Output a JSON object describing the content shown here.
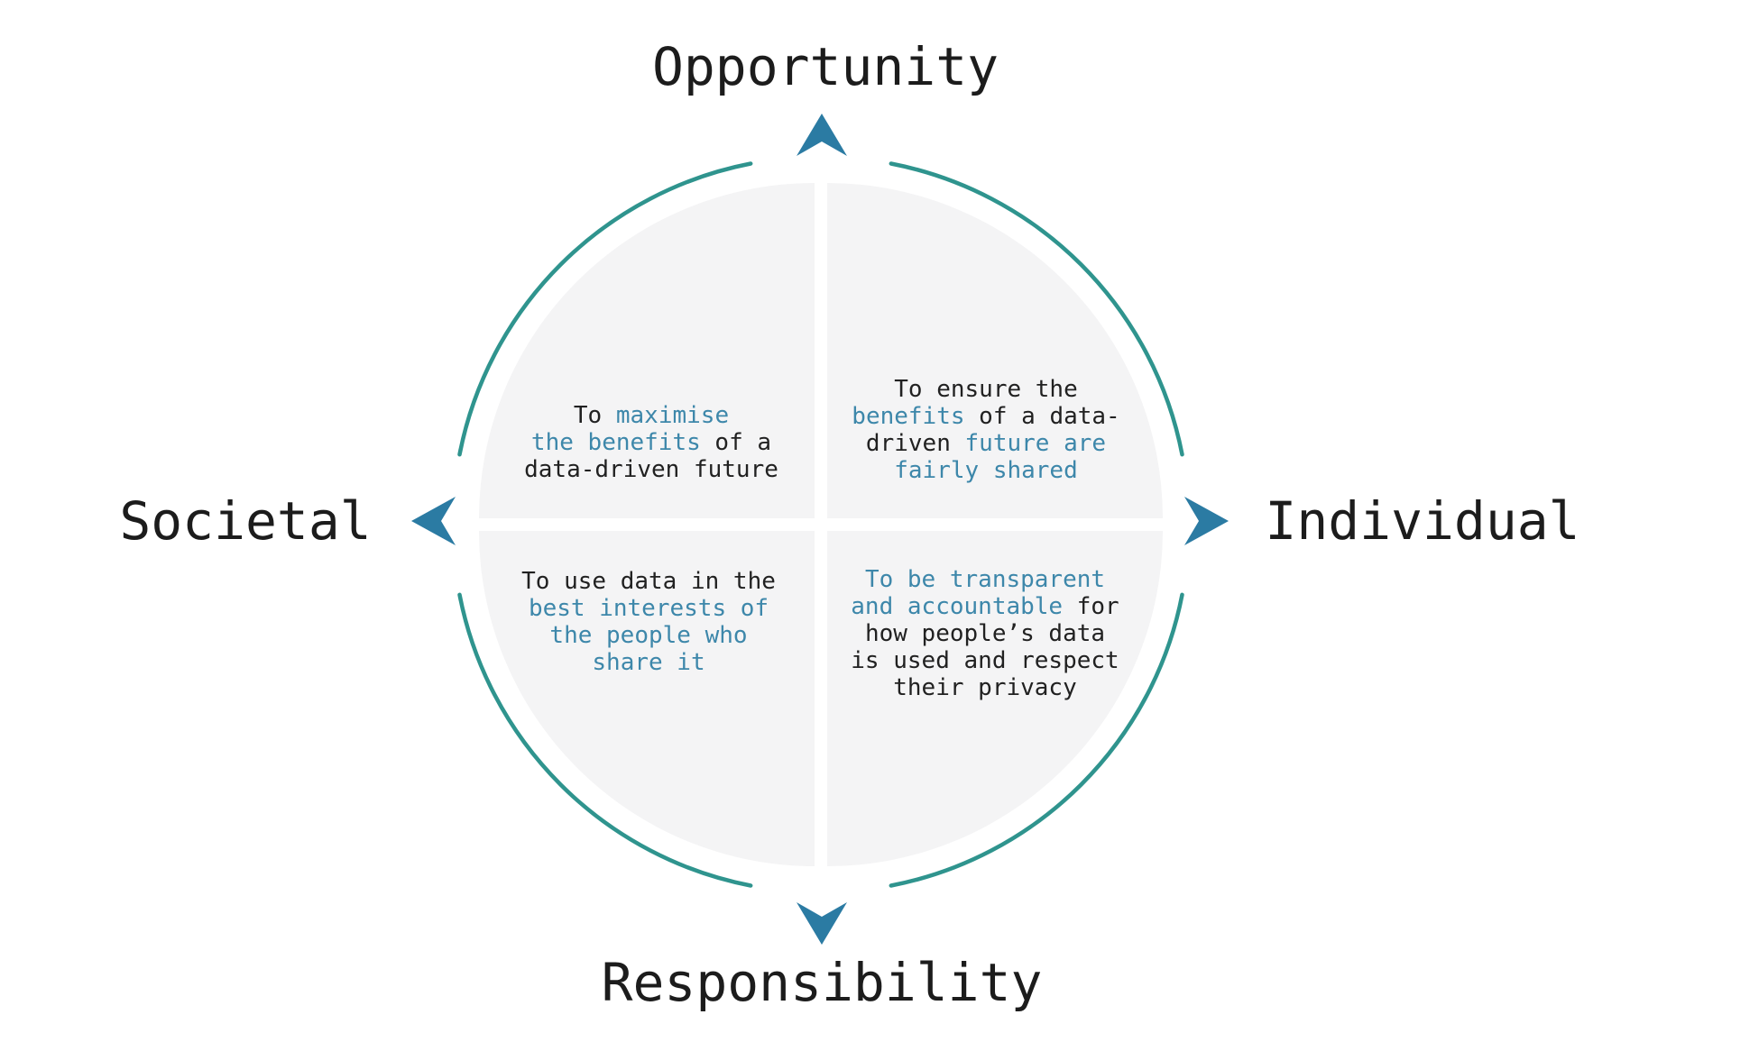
{
  "colors": {
    "background": "#ffffff",
    "quadrant-fill": "#f4f4f5",
    "arc": "#2f948e",
    "arrow": "#2b7ba3",
    "title-text": "#1c1c1c",
    "body-text": "#212121",
    "teal-text": "#3d87aa"
  },
  "titles": {
    "top": "Opportunity",
    "bottom": "Responsibility",
    "left": "Societal",
    "right": "Individual"
  },
  "icons": {
    "top": "arrow-up-icon",
    "bottom": "arrow-down-icon",
    "left": "arrow-left-icon",
    "right": "arrow-right-icon"
  },
  "quadrants": [
    {
      "name": "top-left",
      "lines": [
        {
          "segments": [
            {
              "text": "To ",
              "color": "black"
            },
            {
              "text": "maximise",
              "color": "teal"
            }
          ]
        },
        {
          "segments": [
            {
              "text": "the benefits",
              "color": "teal"
            },
            {
              "text": " of a",
              "color": "black"
            }
          ]
        },
        {
          "segments": [
            {
              "text": "data-driven future",
              "color": "black"
            }
          ]
        }
      ]
    },
    {
      "name": "top-right",
      "lines": [
        {
          "segments": [
            {
              "text": "To ensure the",
              "color": "black"
            }
          ]
        },
        {
          "segments": [
            {
              "text": "benefits",
              "color": "teal"
            },
            {
              "text": " of a data-",
              "color": "black"
            }
          ]
        },
        {
          "segments": [
            {
              "text": "driven ",
              "color": "black"
            },
            {
              "text": "future are",
              "color": "teal"
            }
          ]
        },
        {
          "segments": [
            {
              "text": "fairly shared",
              "color": "teal"
            }
          ]
        }
      ]
    },
    {
      "name": "bottom-left",
      "lines": [
        {
          "segments": [
            {
              "text": "To use data in the",
              "color": "black"
            }
          ]
        },
        {
          "segments": [
            {
              "text": "best interests of",
              "color": "teal"
            }
          ]
        },
        {
          "segments": [
            {
              "text": "the people who",
              "color": "teal"
            }
          ]
        },
        {
          "segments": [
            {
              "text": "share it",
              "color": "teal"
            }
          ]
        }
      ]
    },
    {
      "name": "bottom-right",
      "lines": [
        {
          "segments": [
            {
              "text": "To be transparent",
              "color": "teal"
            }
          ]
        },
        {
          "segments": [
            {
              "text": "and accountable",
              "color": "teal"
            },
            {
              "text": " for",
              "color": "black"
            }
          ]
        },
        {
          "segments": [
            {
              "text": "how people’s data",
              "color": "black"
            }
          ]
        },
        {
          "segments": [
            {
              "text": "is used and respect",
              "color": "black"
            }
          ]
        },
        {
          "segments": [
            {
              "text": "their privacy",
              "color": "black"
            }
          ]
        }
      ]
    }
  ]
}
